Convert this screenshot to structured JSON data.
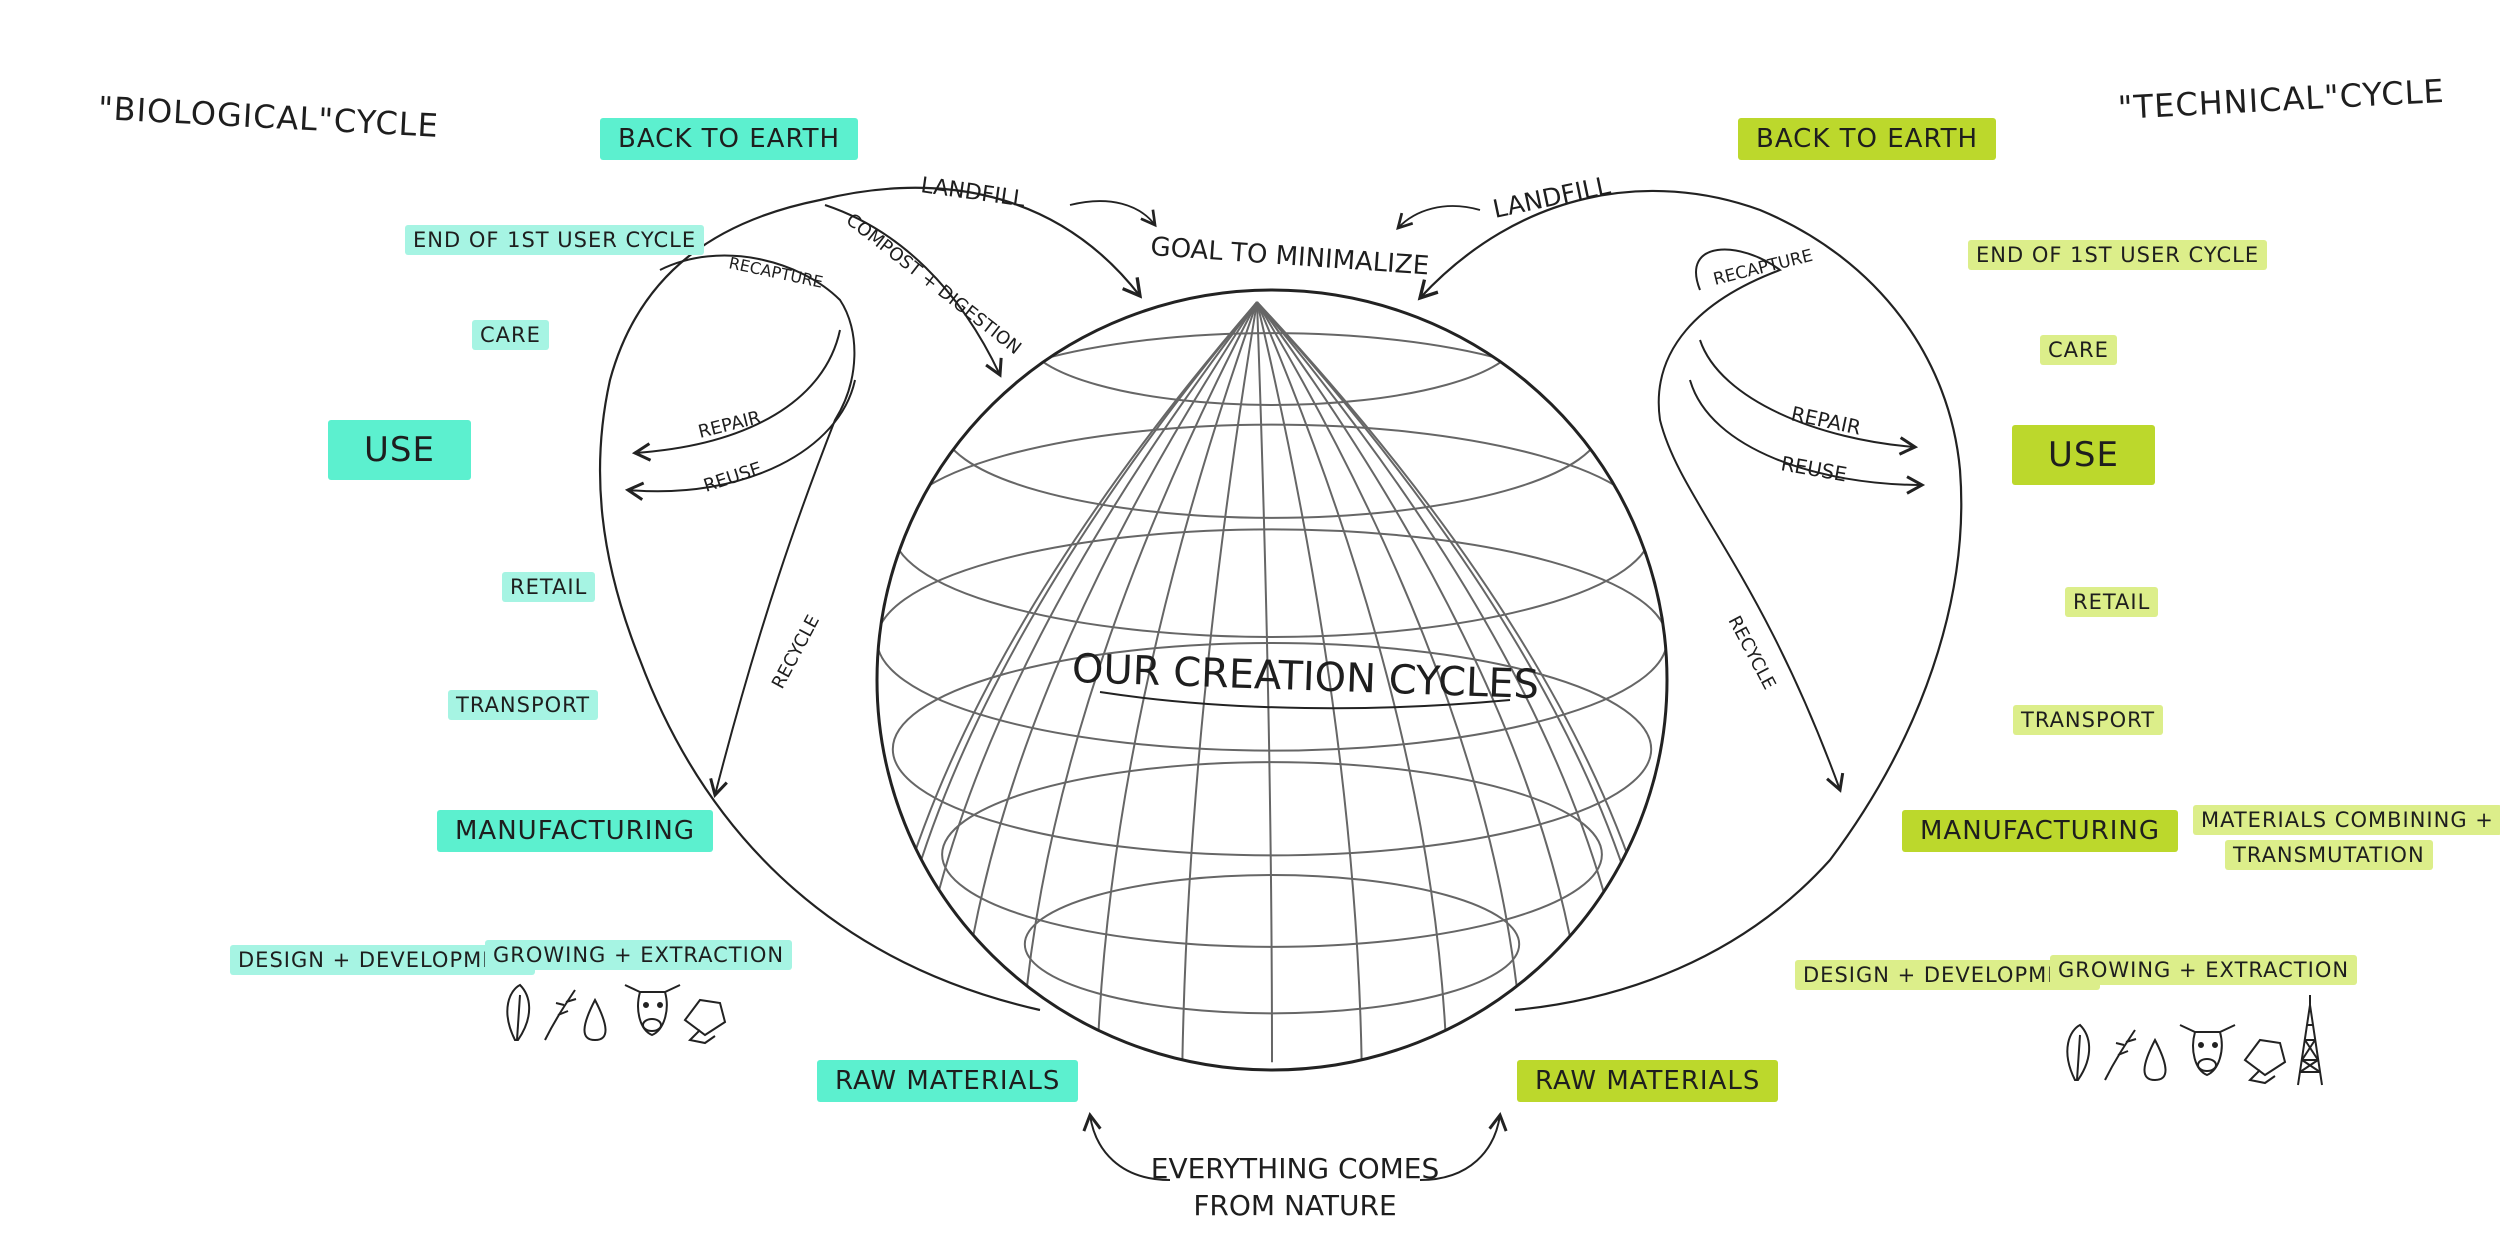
{
  "colors": {
    "bio_strong": "#5cf0cf",
    "bio_light": "#a6f4e3",
    "tech_strong": "#bcd82c",
    "tech_light": "#dcee8a",
    "ink": "#1e1e1e"
  },
  "biological": {
    "title": "\"BIOLOGICAL\"CYCLE",
    "back_to_earth": "BACK TO EARTH",
    "end_of_first_user_cycle": "END OF 1ST USER CYCLE",
    "care": "CARE",
    "use": "USE",
    "retail": "RETAIL",
    "transport": "TRANSPORT",
    "manufacturing": "MANUFACTURING",
    "design_development": "DESIGN + DEVELOPMENT",
    "growing_extraction": "GROWING + EXTRACTION",
    "raw_materials": "RAW MATERIALS",
    "landfill": "LANDFILL",
    "compost_digestion": "COMPOST + DIGESTION",
    "recapture": "RECAPTURE",
    "repair": "REPAIR",
    "reuse": "REUSE",
    "recycle": "RECYCLE"
  },
  "technical": {
    "title": "\"TECHNICAL\"CYCLE",
    "back_to_earth": "BACK TO EARTH",
    "end_of_first_user_cycle": "END OF 1ST USER CYCLE",
    "care": "CARE",
    "use": "USE",
    "retail": "RETAIL",
    "transport": "TRANSPORT",
    "manufacturing": "MANUFACTURING",
    "materials_combining": "MATERIALS COMBINING +",
    "transmutation": "TRANSMUTATION",
    "design_development": "DESIGN + DEVELOPMENT",
    "growing_extraction": "GROWING + EXTRACTION",
    "raw_materials": "RAW MATERIALS",
    "landfill": "LANDFILL",
    "recapture": "RECAPTURE",
    "repair": "REPAIR",
    "reuse": "REUSE",
    "recycle": "RECYCLE"
  },
  "center": {
    "globe_title": "OUR CREATION CYCLES",
    "goal": "GOAL TO MINIMALIZE",
    "nature_line1": "EVERYTHING COMES",
    "nature_line2": "FROM NATURE"
  },
  "icons": {
    "biological": [
      "leaf-icon",
      "plant-sprig-icon",
      "water-drop-icon",
      "cow-icon",
      "rocks-icon"
    ],
    "technical": [
      "leaf-icon",
      "plant-sprig-icon",
      "water-drop-icon",
      "cow-icon",
      "rocks-icon",
      "oil-derrick-icon"
    ]
  }
}
